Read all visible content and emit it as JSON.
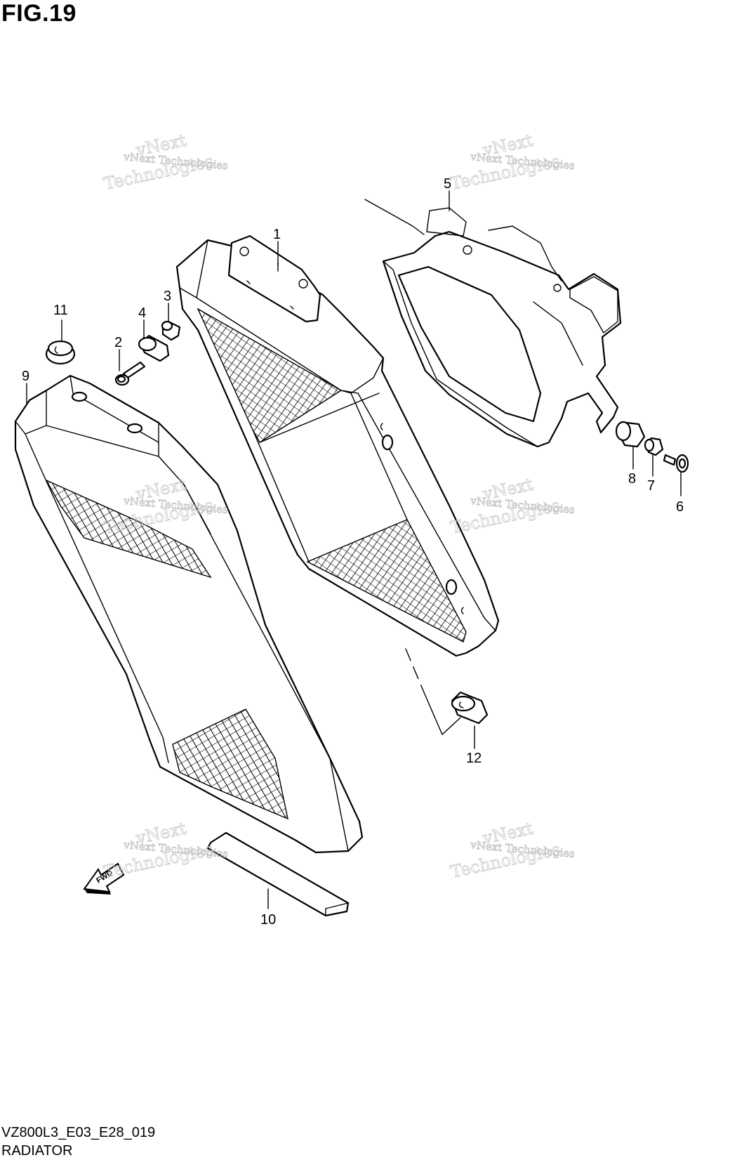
{
  "figure": {
    "title": "FIG.19",
    "code": "VZ800L3_E03_E28_019",
    "caption": "RADIATOR"
  },
  "callouts": [
    "1",
    "2",
    "3",
    "4",
    "5",
    "6",
    "7",
    "8",
    "9",
    "10",
    "11",
    "12"
  ],
  "watermark": {
    "line_a": "vNext Technologies",
    "line_b": "vNext",
    "line_c": "Technologies"
  },
  "fwd_label": "FWD"
}
